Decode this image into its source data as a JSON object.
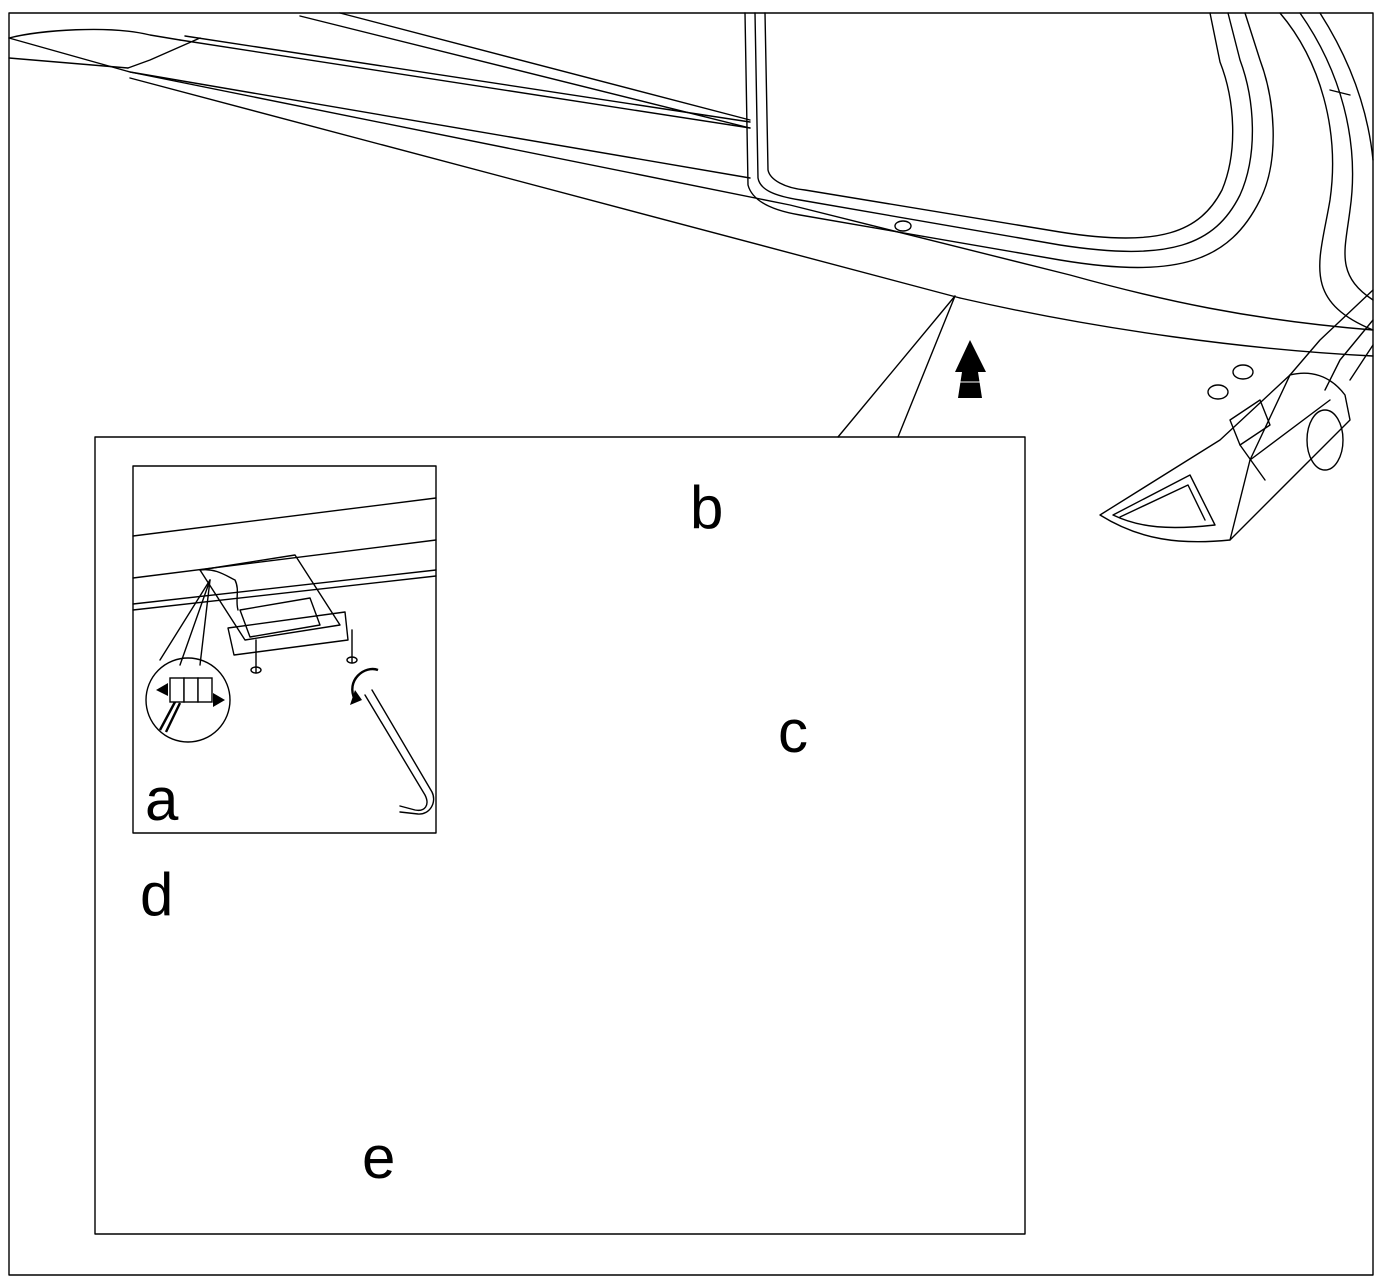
{
  "panels": {
    "a": {
      "label": "a"
    },
    "b": {
      "label": "b"
    },
    "c": {
      "label": "c"
    },
    "d": {
      "label": "d"
    },
    "e": {
      "label": "e"
    }
  },
  "icons": [
    "hex-key-icon",
    "screw-icon",
    "rotation-arrow-icon",
    "connector-plug-icon",
    "battery-pack-icon",
    "battery-box-icon",
    "direction-arrow-icon"
  ],
  "colors": {
    "line": "#000000",
    "background": "#ffffff"
  }
}
